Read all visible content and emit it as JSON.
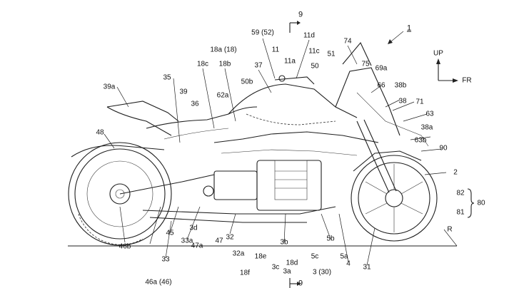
{
  "figure": {
    "main_label": "1",
    "section_marks": [
      "9",
      "9"
    ],
    "direction": {
      "up": "UP",
      "forward": "FR"
    },
    "callouts": [
      {
        "id": "c-59-52",
        "text": "59 (52)"
      },
      {
        "id": "c-11d",
        "text": "11d"
      },
      {
        "id": "c-74",
        "text": "74"
      },
      {
        "id": "c-18a-18",
        "text": "18a (18)"
      },
      {
        "id": "c-11",
        "text": "11"
      },
      {
        "id": "c-11c",
        "text": "11c"
      },
      {
        "id": "c-51",
        "text": "51"
      },
      {
        "id": "c-11a",
        "text": "11a"
      },
      {
        "id": "c-50",
        "text": "50"
      },
      {
        "id": "c-18c",
        "text": "18c"
      },
      {
        "id": "c-18b",
        "text": "18b"
      },
      {
        "id": "c-37",
        "text": "37"
      },
      {
        "id": "c-75",
        "text": "75"
      },
      {
        "id": "c-69a",
        "text": "69a"
      },
      {
        "id": "c-35",
        "text": "35"
      },
      {
        "id": "c-50b",
        "text": "50b"
      },
      {
        "id": "c-39a",
        "text": "39a"
      },
      {
        "id": "c-39",
        "text": "39"
      },
      {
        "id": "c-62a",
        "text": "62a"
      },
      {
        "id": "c-66",
        "text": "66"
      },
      {
        "id": "c-38b",
        "text": "38b"
      },
      {
        "id": "c-36",
        "text": "36"
      },
      {
        "id": "c-38",
        "text": "38"
      },
      {
        "id": "c-71",
        "text": "71"
      },
      {
        "id": "c-63",
        "text": "63"
      },
      {
        "id": "c-38a",
        "text": "38a"
      },
      {
        "id": "c-48",
        "text": "48"
      },
      {
        "id": "c-63b",
        "text": "63b"
      },
      {
        "id": "c-90",
        "text": "90"
      },
      {
        "id": "c-2",
        "text": "2"
      },
      {
        "id": "c-82",
        "text": "82"
      },
      {
        "id": "c-80",
        "text": "80"
      },
      {
        "id": "c-81",
        "text": "81"
      },
      {
        "id": "c-3d",
        "text": "3d"
      },
      {
        "id": "c-45",
        "text": "45"
      },
      {
        "id": "c-33a",
        "text": "33a"
      },
      {
        "id": "c-32",
        "text": "32"
      },
      {
        "id": "c-3b",
        "text": "3b"
      },
      {
        "id": "c-5b",
        "text": "5b"
      },
      {
        "id": "c-R",
        "text": "R"
      },
      {
        "id": "c-46b",
        "text": "46b"
      },
      {
        "id": "c-47a",
        "text": "47a"
      },
      {
        "id": "c-47",
        "text": "47"
      },
      {
        "id": "c-32a",
        "text": "32a"
      },
      {
        "id": "c-18e",
        "text": "18e"
      },
      {
        "id": "c-18d",
        "text": "18d"
      },
      {
        "id": "c-5c",
        "text": "5c"
      },
      {
        "id": "c-5a",
        "text": "5a"
      },
      {
        "id": "c-33",
        "text": "33"
      },
      {
        "id": "c-3c",
        "text": "3c"
      },
      {
        "id": "c-4",
        "text": "4"
      },
      {
        "id": "c-31",
        "text": "31"
      },
      {
        "id": "c-18f",
        "text": "18f"
      },
      {
        "id": "c-3a",
        "text": "3a"
      },
      {
        "id": "c-3-30",
        "text": "3 (30)"
      },
      {
        "id": "c-46a-46",
        "text": "46a (46)"
      }
    ]
  }
}
